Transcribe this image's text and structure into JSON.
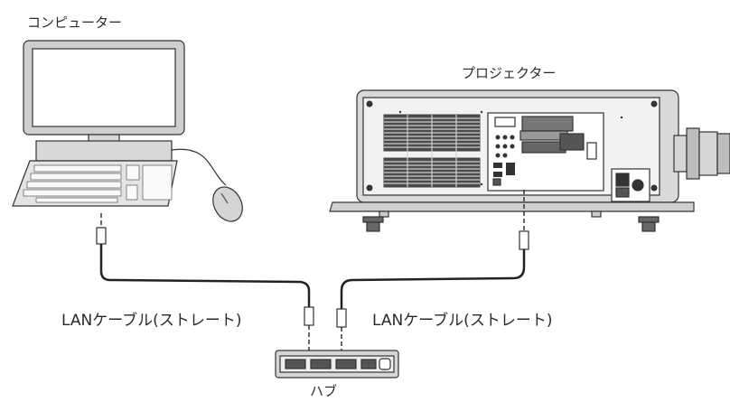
{
  "labels": {
    "computer": "コンピューター",
    "projector": "プロジェクター",
    "cable_left": "LANケーブル(ストレート)",
    "cable_right": "LANケーブル(ストレート)",
    "hub": "ハブ"
  }
}
